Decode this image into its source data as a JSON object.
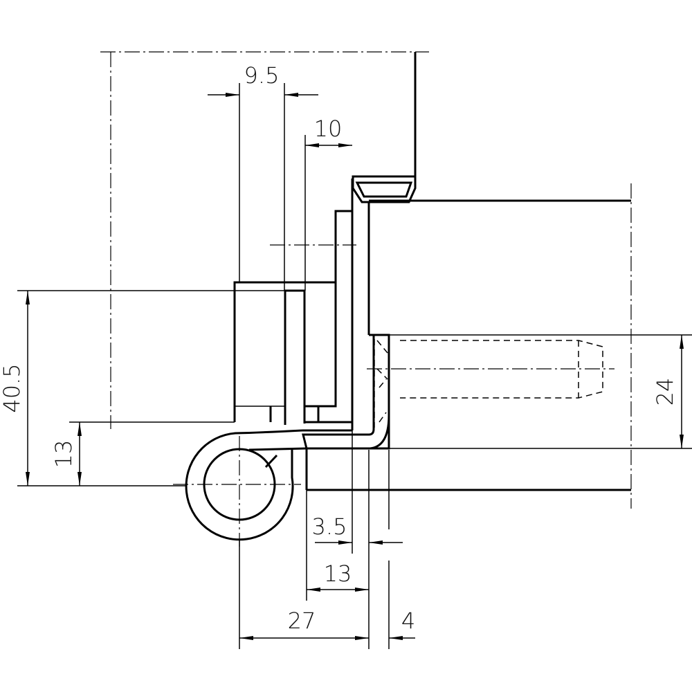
{
  "title": "Hinge cross-section technical drawing",
  "dimensions": {
    "top_width_a": "9.5",
    "top_width_b": "10",
    "left_height_total": "40.5",
    "left_height_lower": "13",
    "right_height": "24",
    "bottom_gap": "3.5",
    "bottom_mid": "13",
    "bottom_total": "27",
    "bottom_small": "4"
  },
  "colors": {
    "line": "#000000",
    "background": "#ffffff"
  }
}
